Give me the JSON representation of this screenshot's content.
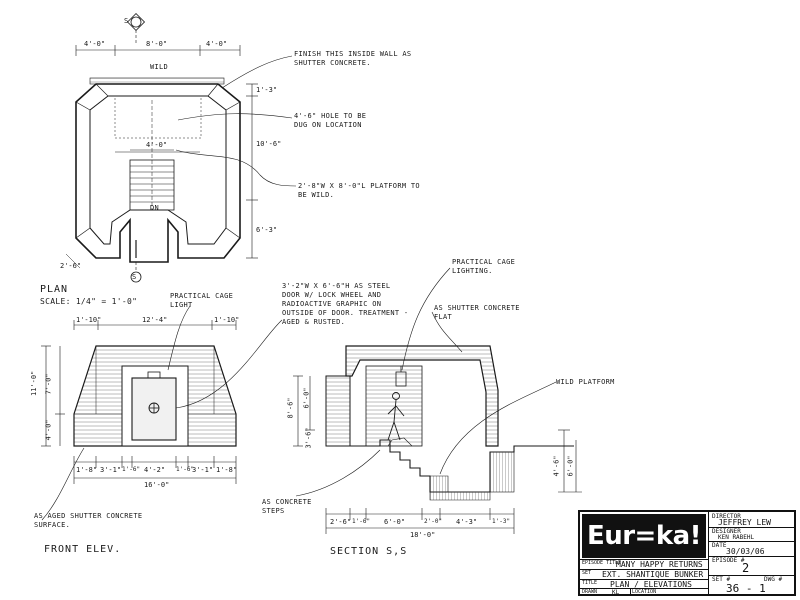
{
  "plan": {
    "label": "PLAN",
    "scale": "SCALE: 1/4\" = 1'-0\"",
    "section_marker": "S",
    "wild_label": "WILD",
    "dn_label": "DN",
    "dims": {
      "top_left": "4'-0\"",
      "top_mid": "8'-0\"",
      "top_right": "4'-0\"",
      "upper_right": "1'-3\"",
      "right_mid": "10'-6\"",
      "right_low": "6'-3\"",
      "stair_width": "4'-0\"",
      "corner": "2'-6\""
    },
    "notes": {
      "finish": "FINISH THIS INSIDE WALL AS SHUTTER CONCRETE.",
      "hole": "4'-6\" HOLE TO BE DUG ON LOCATION",
      "platform": "2'-8\"W x 8'-0\"L PLATFORM TO BE WILD."
    }
  },
  "front": {
    "label": "FRONT ELEV.",
    "notes": {
      "cage_light": "PRACTICAL CAGE LIGHT",
      "surface": "AS AGED SHUTTER CONCRETE SURFACE."
    },
    "dims": {
      "top_left": "1'-10\"",
      "top_mid": "12'-4\"",
      "top_right": "1'-10\"",
      "height_total": "11'-0\"",
      "height_upper": "7'-0\"",
      "height_lower": "4'-0\"",
      "b1": "1'-8\"",
      "b2": "3'-1\"",
      "b3": "1'-6\"",
      "b4": "4'-2\"",
      "b5": "1'-6\"",
      "b6": "3'-1\"",
      "b7": "1'-8\"",
      "bottom_total": "16'-0\""
    }
  },
  "section": {
    "label": "SECTION S,S",
    "notes": {
      "door": "3'-2\"W x 6'-6\"H AS STEEL DOOR W/ LOCK WHEEL AND RADIOACTIVE GRAPHIC ON OUTSIDE OF DOOR. TREATMENT - AGED & RUSTED.",
      "cage": "PRACTICAL CAGE LIGHTING.",
      "shutter": "AS SHUTTER CONCRETE FLAT",
      "wild": "WILD PLATFORM",
      "steps": "AS CONCRETE STEPS"
    },
    "dims": {
      "left_total": "8'-6\"",
      "left_upper": "6'-0\"",
      "left_lower": "3'-6\"",
      "right_a": "4'-6\"",
      "right_b": "6'-0\"",
      "b1": "2'-6\"",
      "b2": "1'-6\"",
      "b3": "6'-0\"",
      "b4": "2'-0\"",
      "b5": "4'-3\"",
      "b6": "1'-3\"",
      "bottom_total": "18'-0\""
    }
  },
  "titleblock": {
    "logo": "Eur=ka!",
    "episode_title_label": "EPISODE TITLE",
    "episode_title": "MANY HAPPY RETURNS",
    "set_label": "SET",
    "set_name": "EXT. SHANTIQUE BUNKER",
    "title_label": "TITLE",
    "title": "PLAN / ELEVATIONS",
    "drawn_label": "DRAWN",
    "drawn": "KL",
    "location_label": "LOCATION",
    "director_label": "DIRECTOR",
    "director": "JEFFREY LEW",
    "designer_label": "DESIGNER",
    "designer": "KEN RABEHL",
    "date_label": "DATE",
    "date": "30/03/06",
    "episode_no_label": "EPISODE #",
    "episode_no": "2",
    "set_no_label": "SET #",
    "dwg_no_label": "DWG #",
    "set_dwg": "36 - 1"
  }
}
